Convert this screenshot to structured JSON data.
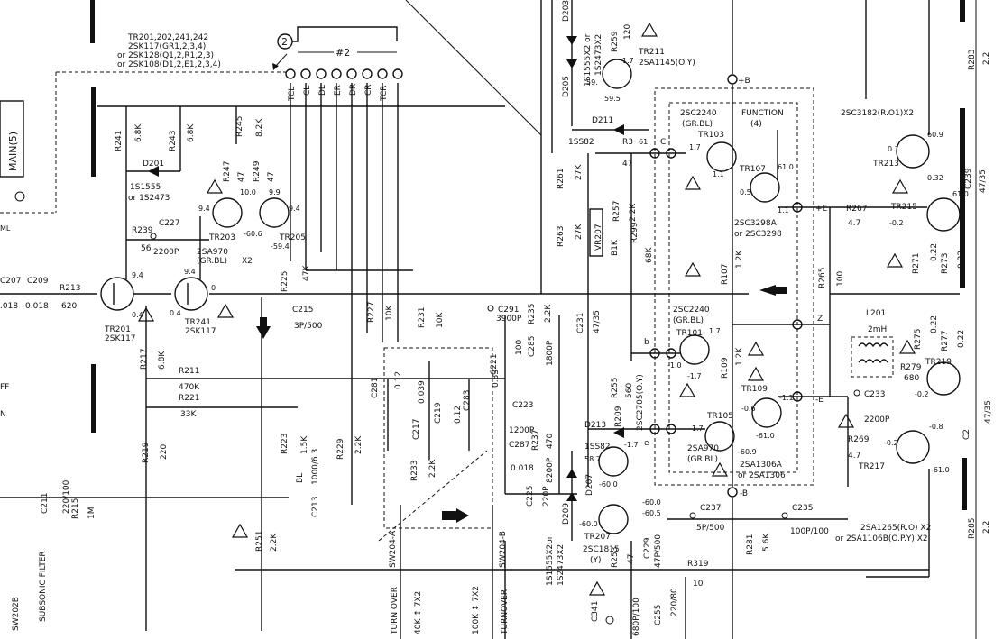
{
  "header_block": {
    "transistor_list": "TR201,202,241,242",
    "line1": "2SK117(GR1,2,3,4)",
    "line2": "or 2SK128(Q1,2,R1,2,3)",
    "line3": "or 2SK108(D1,2,E1,2,3,4)"
  },
  "connector": {
    "circle_id": "2",
    "group_label": "#2",
    "pins": [
      "TCL",
      "CL",
      "DL",
      "ER",
      "DR",
      "CR",
      "TCR"
    ]
  },
  "main_box": "MAIN(5)",
  "left_edge": {
    "ml": "ML",
    "ff": "FF",
    "n": "N"
  },
  "components": {
    "r241": "R241",
    "r241v": "6.8K",
    "r243": "R243",
    "r243v": "6.8K",
    "r245": "R245",
    "r245v": "8.2K",
    "d201": "D201",
    "d201p": "1S1555",
    "d201a": "or 1S2473",
    "r247": "R247",
    "r247v": "47",
    "r249": "R249",
    "r249v": "47",
    "r239": "R239",
    "r239v": "56",
    "c227": "C227",
    "c227v": "2200P",
    "tr203": "TR203",
    "tr205": "TR205",
    "tr203t": "2SA970",
    "tr203g": "(GR.BL)",
    "x2a": "X2",
    "v94a": "9.4",
    "v100": "10.0",
    "v99": "9.9",
    "v94b": "9.4",
    "v606": "-60.6",
    "v594": "-59.4",
    "c207": "C207",
    "c207v": ".018",
    "c209": "C209",
    "c209v": "0.018",
    "r213": "R213",
    "r213v": "620",
    "tr201": "TR201",
    "tr201t": "2SK117",
    "tr241": "TR241",
    "tr241t": "2SK117",
    "v94c": "9.4",
    "v94d": "9.4",
    "v04a": "0.4",
    "v04b": "0.4",
    "v0a": "0",
    "r225": "R225",
    "r225v": "47K",
    "c215": "C215",
    "c215v": "3P/500",
    "r227": "R227",
    "r227v": "10K",
    "r231": "R231",
    "r231v": "10K",
    "r217": "R217",
    "r217v": "6.8K",
    "r211": "R211",
    "r211v": "470K",
    "r221": "R221",
    "r221v": "33K",
    "r219": "R219",
    "r219v": "220",
    "r223": "R223",
    "r223v": "1.5K",
    "c213": "C213",
    "c213v": "1000/6.3",
    "bl": "BL",
    "r229": "R229",
    "r229v": "2.2K",
    "c211": "C211",
    "c211v": "220/100",
    "r215": "R215",
    "r215v": "1M",
    "r251": "R251",
    "r251v": "2.2K",
    "c281": "C281",
    "c281v": "0.12",
    "c217": "C217",
    "c217v": "0.039",
    "c219": "C219",
    "c219v": "0.12",
    "c283": "C283",
    "c283v": "0.33",
    "r233": "R233",
    "r233v": "2.2K",
    "sw204a": "SW204-A",
    "sw204b": "SW204-B",
    "turnover1": "TURN OVER",
    "turnover2": "TURNOVER",
    "k40": "40K ↕ 7X2",
    "k100": "100K ↕ 7X2",
    "sw202b": "SW202B",
    "subsonic": "SUBSONIC FILTER",
    "c291": "C291",
    "c291v": "3900P",
    "r235": "R235",
    "r235v": "2.2K",
    "c221": "C221",
    "c221v": "100",
    "c285": "C285",
    "c285v": "1800P",
    "c223": "C223",
    "c223v": "1200P",
    "c287": "C287",
    "c287v": "0.018",
    "r237": "R237",
    "r237v": "470",
    "v8200": "8200P",
    "c225": "C225",
    "c225v": "220P",
    "c231": "C231",
    "c231v": "47/35",
    "d203": "D203",
    "d203p": "1S1555X2 or",
    "d203a": "1S2473X2",
    "r259": "R259",
    "r259v": "120",
    "tr211": "TR211",
    "tr211t": "2SA1145(O.Y)",
    "v17a": "1.7",
    "v59": "59.",
    "v595": "59.5",
    "d205": "D205",
    "d211": "D211",
    "d211t": "1SS82",
    "r3": "R3",
    "r3v": "47",
    "v61": "61",
    "node_c": "C",
    "r261": "R261",
    "r261v": "27K",
    "r263": "R263",
    "r263v": "27K",
    "vr207": "VR207",
    "vr207v": "B1K",
    "r257": "R257",
    "r257v": "2.2K",
    "r299": "R299",
    "r299v": "68K",
    "func": "FUNCTION",
    "func4": "(4)",
    "tr103": "TR103",
    "tr103t": "2SC2240",
    "tr103g": "(GR.BL)",
    "tr107": "TR107",
    "v610": "61.0",
    "v17b": "1.7",
    "v11a": "1.1",
    "v05": "0.5",
    "v11b": "1.1",
    "tr107t": "2SC3298A",
    "tr107a": "or 2SC3298",
    "r107": "R107",
    "r107v": "1.2K",
    "plusb": "+B",
    "plusE": "+E",
    "r265": "R265",
    "r265v": "100",
    "tr213": "TR213",
    "tr213t": "2SC3182(R.O1)X2",
    "v01": "0.1",
    "v609": "60.9",
    "v032": "0.32",
    "v610b": "61.0",
    "r267": "R267",
    "r267v": "4.7",
    "vm02a": "-0.2",
    "tr215": "TR215",
    "r271": "R271",
    "r271v": "0.22",
    "r273": "R273",
    "r273v": "0.22",
    "c239": "C239",
    "c239v": "47/35",
    "r283": "R283",
    "r283v": "2.2",
    "tr101": "TR101",
    "tr101t": "2SC2240",
    "tr101g": "(GR.BL)",
    "v17c": "1.7",
    "vm10": "-1.0",
    "vm17": "-1.7",
    "r109": "R109",
    "r109v": "1.2K",
    "tr109": "TR109",
    "node_b": "b",
    "node_z": "Z",
    "node_e": "e",
    "l201": "L201",
    "l201v": "2mH",
    "r275": "R275",
    "r275v": "0.22",
    "r277": "R277",
    "r277v": "0.22",
    "r279": "R279",
    "r279v": "680",
    "tr219": "TR219",
    "vm02b": "-0.2",
    "c233": "C233",
    "c233v": "2200P",
    "minusE": "-E",
    "r269": "R269",
    "r269v": "4.7",
    "vm02c": "-0.2",
    "tr217": "TR217",
    "vm08": "-0.8",
    "vm610": "-61.0",
    "tr105": "TR105",
    "tr105t": "2SA970",
    "tr105g": "(GR.BL)",
    "vm06": "-0.6",
    "vm11": "-1.1",
    "vm610b": "-61.0",
    "vm17b": "-1.7",
    "vm609": "-60.9",
    "tr105a": "2SA1306A",
    "tr105b": "or 2SA1306",
    "minusB": "-B",
    "r255": "R255",
    "r255v": "560",
    "r209": "R209",
    "r209v": "2SC2705(O.Y)",
    "d213": "D213",
    "d213t": "1SS82",
    "v587": "58.7",
    "vm600": "-60.0",
    "vm17c": "-1.7",
    "d207": "D207",
    "d209": "D209",
    "tr207": "TR207",
    "tr207t": "2SC1815",
    "tr207g": "(Y)",
    "d209p": "1S1555X2or",
    "d209a": "1S2473X2",
    "vm600b": "-60.0",
    "vm605": "-60.5",
    "vm600c": "-60.0",
    "r253": "R253",
    "r253v": "47",
    "c229": "C229",
    "c229v": "47P/500",
    "r319": "R319",
    "r319v": "10",
    "c237": "C237",
    "c237v": "5P/500",
    "c235": "C235",
    "c235v": "100P/100",
    "r281": "R281",
    "r281v": "5.6K",
    "tr217t": "2SA1265(R.O) X2",
    "tr217a": "or 2SA1106B(O.P.Y) X2",
    "c341": "C341",
    "c341v": "680P/100",
    "c255": "C255",
    "c255v": "220/80",
    "r285": "R285",
    "r285v": "2.2",
    "r2x": "C2",
    "c2xv": "47/35"
  }
}
